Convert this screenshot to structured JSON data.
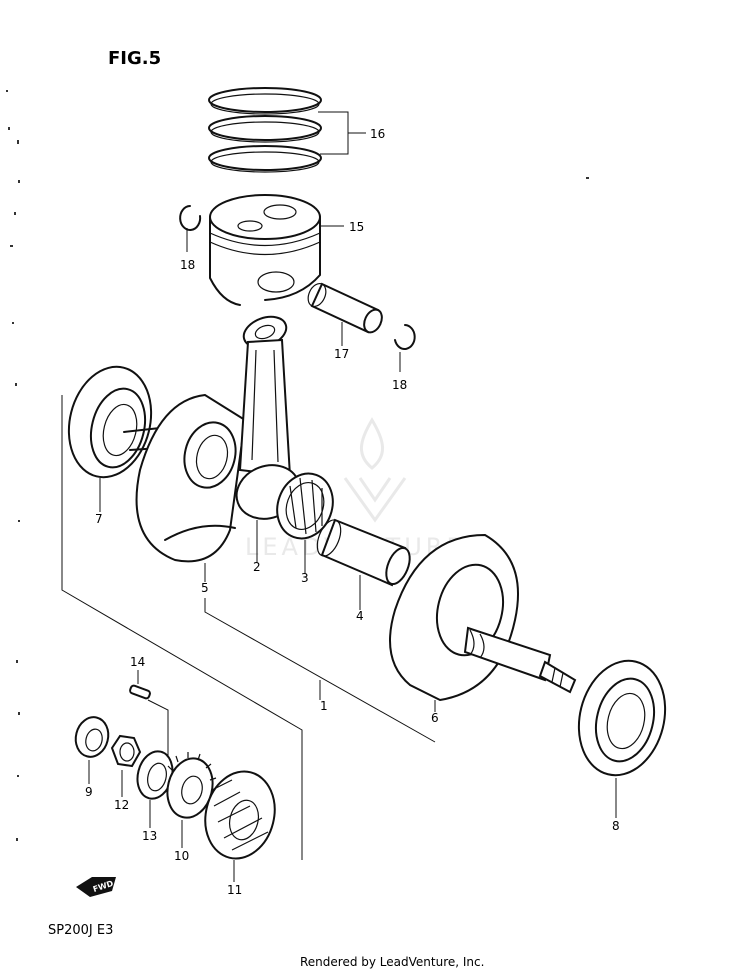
{
  "header": {
    "figure_label": "FIG.5"
  },
  "footer": {
    "model_code": "SP200J  E3",
    "credit": "Rendered by LeadVenture, Inc."
  },
  "watermark": {
    "text": "LEADVENTURE"
  },
  "badge": {
    "text": "FWD"
  },
  "callouts": [
    {
      "part": "crankshaft-assembly",
      "label": "1"
    },
    {
      "part": "connecting-rod",
      "label": "2"
    },
    {
      "part": "needle-bearing",
      "label": "3"
    },
    {
      "part": "crank-pin",
      "label": "4"
    },
    {
      "part": "left-crank-web",
      "label": "5"
    },
    {
      "part": "right-crank-web",
      "label": "6"
    },
    {
      "part": "left-bearing",
      "label": "7"
    },
    {
      "part": "right-bearing",
      "label": "8"
    },
    {
      "part": "oil-seal",
      "label": "9"
    },
    {
      "part": "gear",
      "label": "10"
    },
    {
      "part": "drive-gear",
      "label": "11"
    },
    {
      "part": "nut",
      "label": "12"
    },
    {
      "part": "washer",
      "label": "13"
    },
    {
      "part": "key",
      "label": "14"
    },
    {
      "part": "piston",
      "label": "15"
    },
    {
      "part": "piston-ring-set",
      "label": "16"
    },
    {
      "part": "piston-pin",
      "label": "17"
    },
    {
      "part": "circlip-left",
      "label": "18"
    },
    {
      "part": "circlip-right",
      "label": "18"
    }
  ]
}
